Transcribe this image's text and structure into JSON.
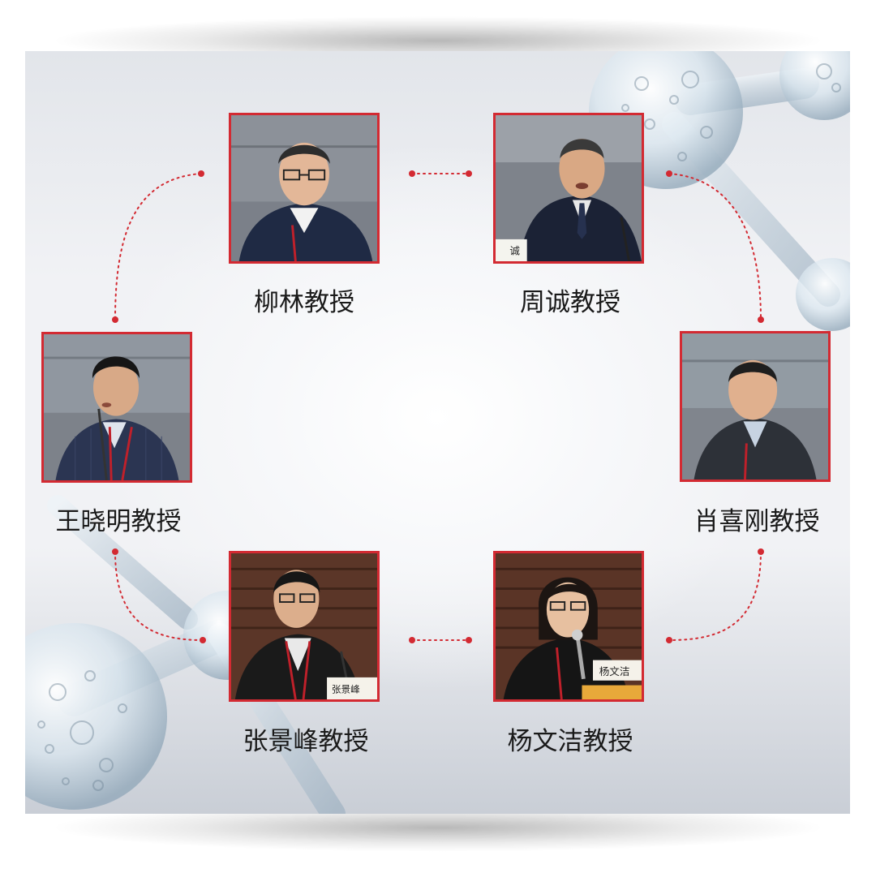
{
  "colors": {
    "accent": "#d32a32",
    "text": "#1a1a1a"
  },
  "professors": [
    {
      "name": "柳林教授",
      "icon": "portrait-man-glasses"
    },
    {
      "name": "周诚教授",
      "icon": "portrait-older-man-speaking"
    },
    {
      "name": "肖喜刚教授",
      "icon": "portrait-man-jacket"
    },
    {
      "name": "杨文洁教授",
      "icon": "portrait-woman-microphone"
    },
    {
      "name": "张景峰教授",
      "icon": "portrait-man-glasses-lanyard"
    },
    {
      "name": "王晓明教授",
      "icon": "portrait-man-speaking"
    }
  ],
  "placards": {
    "zhou": "诚",
    "zhang": "张景峰",
    "yang": "杨文洁"
  }
}
